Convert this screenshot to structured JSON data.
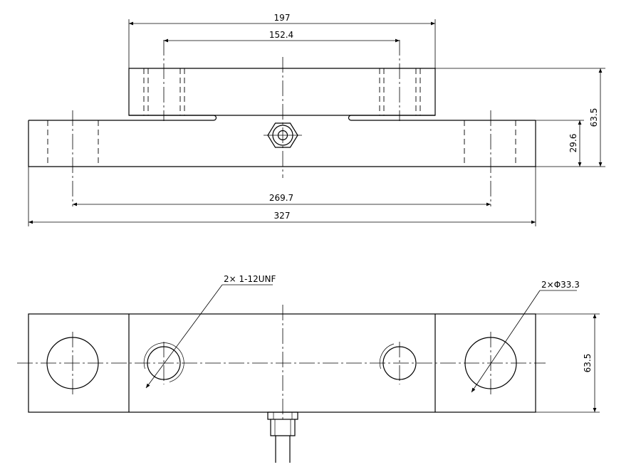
{
  "dimensions": {
    "top_slot_spacing": "197",
    "top_hole_spacing": "152.4",
    "base_hole_spacing": "269.7",
    "overall_length": "327",
    "overall_height": "63.5",
    "base_height": "29.6",
    "plan_width": "63.5"
  },
  "callouts": {
    "thread": "2× 1-12UNF",
    "through_hole": "2×Φ33.3"
  }
}
